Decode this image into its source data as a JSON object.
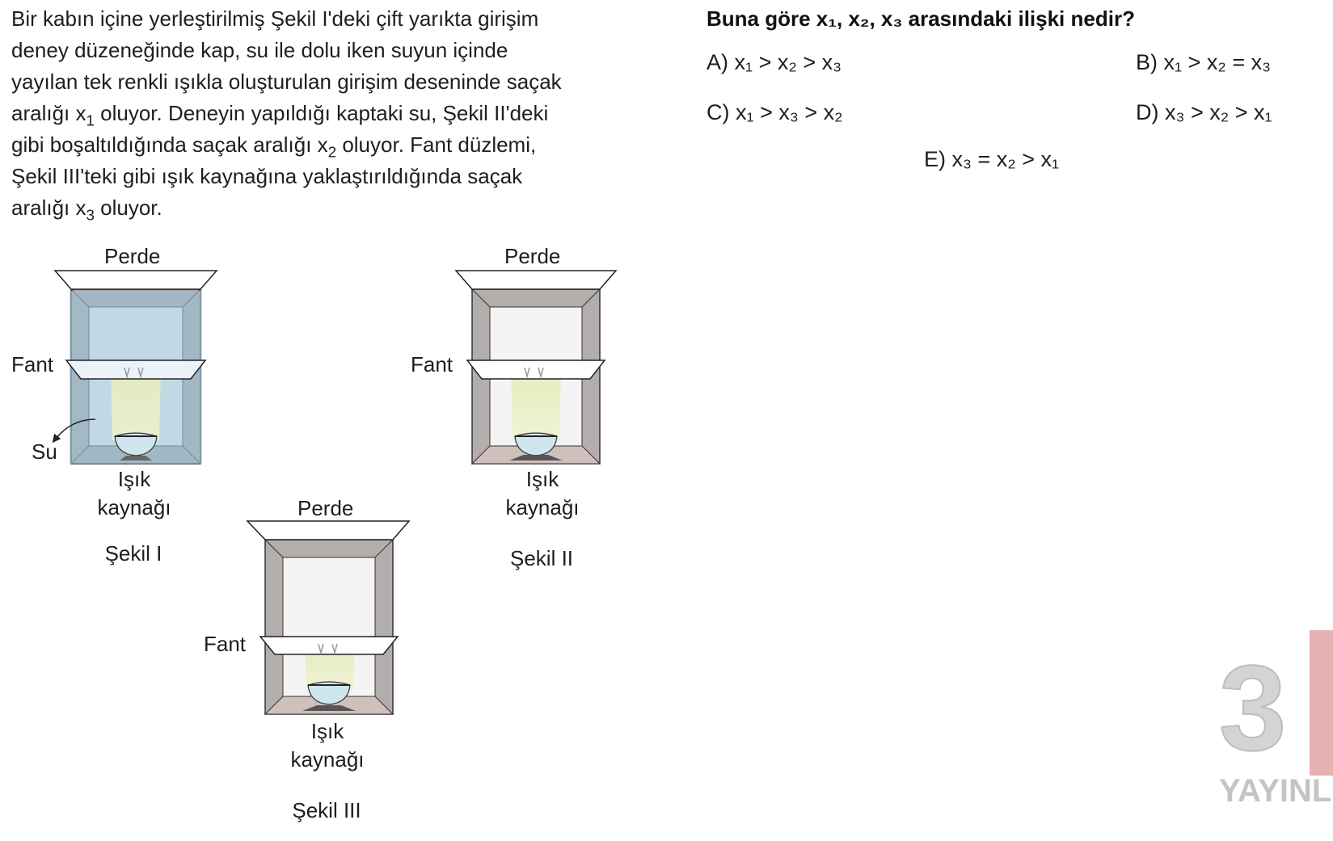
{
  "problem": {
    "paragraph": [
      {
        "t": "Bir kabın içine yerleştirilmiş Şekil I'deki çift yarıkta girişim"
      },
      {
        "t": "deney düzeneğinde kap, su ile dolu iken suyun içinde"
      },
      {
        "t": "yayılan tek renkli ışıkla oluşturulan girişim deseninde saçak"
      },
      {
        "t": "aralığı x",
        "sub": "1",
        "after": " oluyor. Deneyin yapıldığı kaptaki su, Şekil II'deki"
      },
      {
        "t": "gibi boşaltıldığında saçak aralığı x",
        "sub": "2",
        "after": " oluyor. Fant düzlemi,"
      },
      {
        "t": "Şekil III'teki gibi ışık kaynağına yaklaştırıldığında saçak"
      },
      {
        "t": "aralığı x",
        "sub": "3",
        "after": " oluyor."
      }
    ],
    "question": "Buna göre x₁, x₂, x₃ arasındaki ilişki nedir?",
    "options": {
      "A": "A) x₁ > x₂ > x₃",
      "B": "B) x₁ > x₂ = x₃",
      "C": "C) x₁ > x₃ > x₂",
      "D": "D) x₃ > x₂ > x₁",
      "E": "E) x₃ = x₂ > x₁"
    }
  },
  "figures": {
    "sekil1": {
      "screen": "Perde",
      "slit": "Fant",
      "water": "Su",
      "source_line1": "Işık",
      "source_line2": "kaynağı",
      "caption": "Şekil I"
    },
    "sekil2": {
      "screen": "Perde",
      "slit": "Fant",
      "source_line1": "Işık",
      "source_line2": "kaynağı",
      "caption": "Şekil II"
    },
    "sekil3": {
      "screen": "Perde",
      "slit": "Fant",
      "source_line1": "Işık",
      "source_line2": "kaynağı",
      "caption": "Şekil III"
    }
  },
  "watermark": {
    "digit": "3",
    "text": "YAYINL"
  },
  "colors": {
    "water": "#b9d7e6",
    "wall": "#b3adab",
    "light": "#e8edc2",
    "bulb": "#cfe6ee"
  }
}
